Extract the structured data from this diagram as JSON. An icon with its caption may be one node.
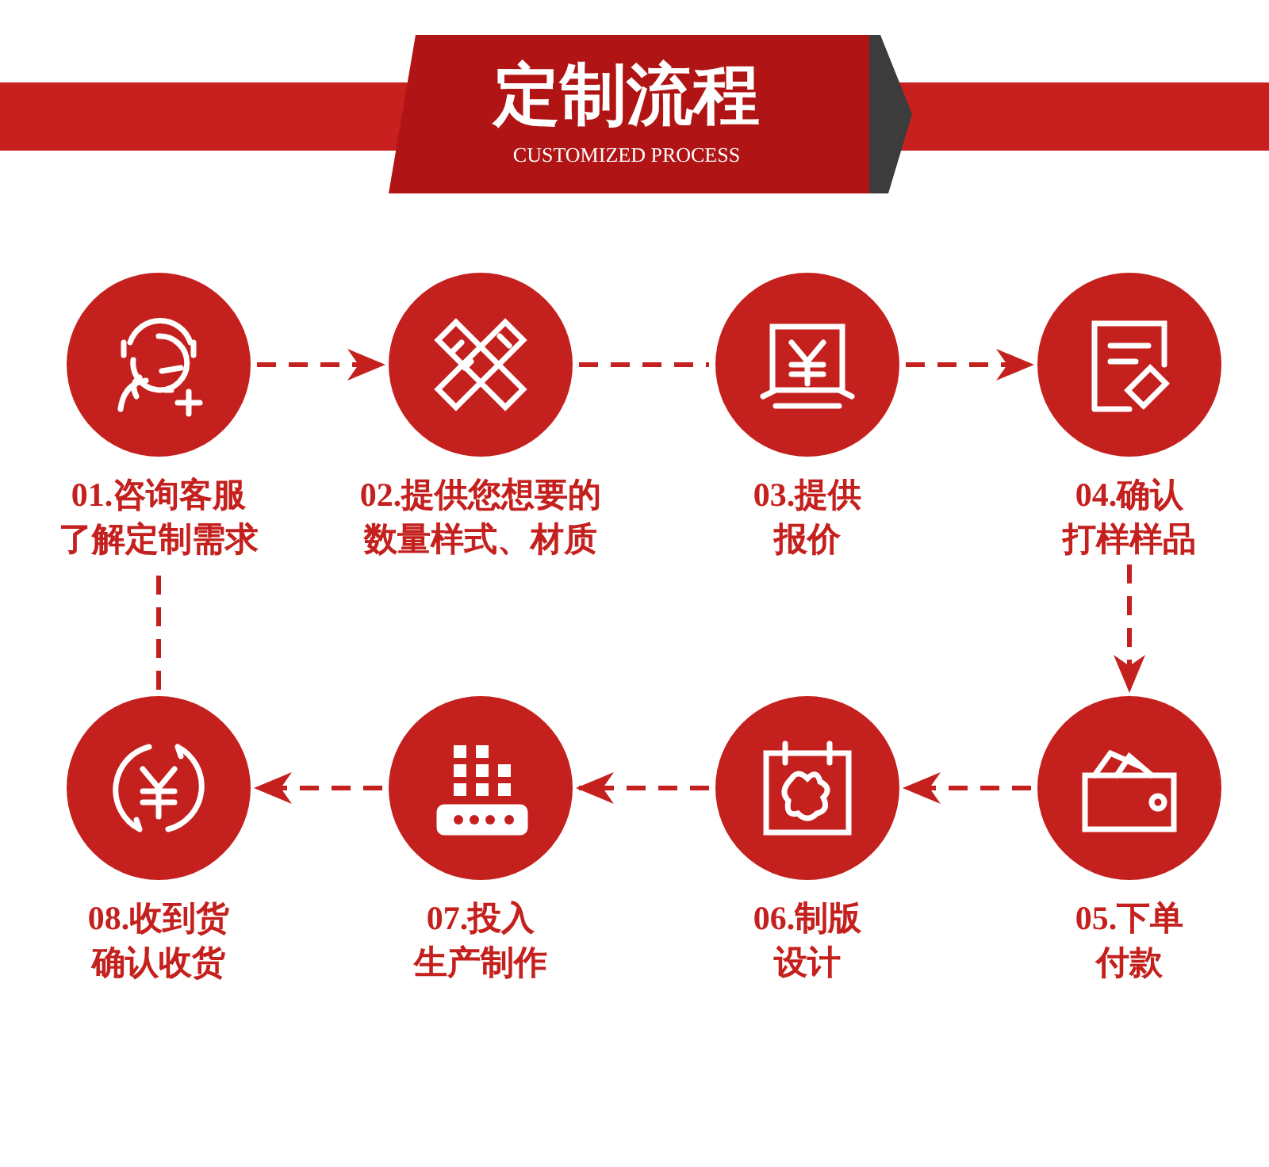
{
  "diagram": {
    "title": "定制流程",
    "nodes": [
      {
        "text": [
          "01.咨询客服了解定制需求"
        ]
      },
      {
        "text": [
          "02.提供您想要的数量样式、材质"
        ]
      },
      {
        "text": [
          "03.提供报价"
        ]
      },
      {
        "text": [
          "04.确认打样样品"
        ]
      },
      {
        "text": [
          "05.下单付款"
        ]
      },
      {
        "text": [
          "06.制版设计"
        ]
      },
      {
        "text": [
          "07.投入生产制作"
        ]
      },
      {
        "text": [
          "08.收到货确认收货"
        ]
      }
    ],
    "edges": [
      {
        "from": 0,
        "to": 1,
        "arrow": "to",
        "style": "dashed"
      },
      {
        "from": 1,
        "to": 2,
        "arrow": "none",
        "style": "dashed"
      },
      {
        "from": 2,
        "to": 3,
        "arrow": "to",
        "style": "dashed"
      },
      {
        "from": 3,
        "to": 4,
        "arrow": "to",
        "style": "dashed"
      },
      {
        "from": 4,
        "to": 5,
        "arrow": "to",
        "style": "dashed"
      },
      {
        "from": 5,
        "to": 6,
        "arrow": "to",
        "style": "dashed"
      },
      {
        "from": 6,
        "to": 7,
        "arrow": "to",
        "style": "dashed"
      },
      {
        "from": 7,
        "to": 0,
        "arrow": "none",
        "style": "dashed"
      }
    ],
    "labels": [
      "CUSTOMIZED PROCESS"
    ]
  }
}
